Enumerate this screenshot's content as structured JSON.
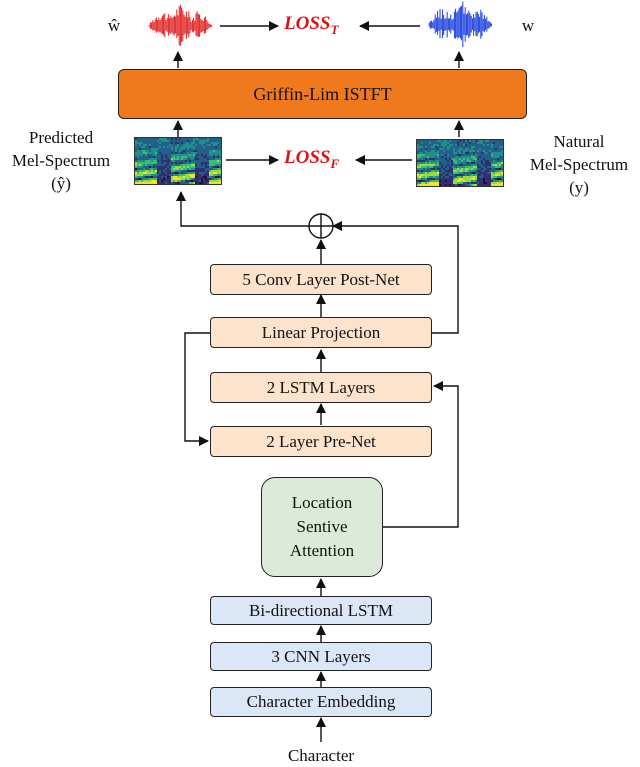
{
  "labels": {
    "w_hat": "ŵ",
    "w": "w",
    "loss_t_base": "LOSS",
    "loss_t_sub": "T",
    "loss_f_base": "LOSS",
    "loss_f_sub": "F",
    "predicted": "Predicted\nMel-Spectrum\n(ŷ)",
    "natural": "Natural\nMel-Spectrum\n(y)",
    "input": "Character"
  },
  "blocks": {
    "griffin_lim": "Griffin-Lim ISTFT",
    "post_net": "5 Conv Layer Post-Net",
    "linear_projection": "Linear Projection",
    "lstm_layers": "2 LSTM Layers",
    "pre_net": "2 Layer Pre-Net",
    "attention": "Location\nSentive\nAttention",
    "bilstm": "Bi-directional LSTM",
    "cnn_layers": "3 CNN Layers",
    "char_embedding": "Character Embedding"
  },
  "colors": {
    "decoder_block": "#fde3cc",
    "encoder_block": "#dbe7f7",
    "attention_block": "#dcebd9",
    "vocoder_block": "#ef7a1e",
    "loss_text": "#e01010",
    "predicted_waveform": "#e02020",
    "natural_waveform": "#1a3fe0"
  }
}
